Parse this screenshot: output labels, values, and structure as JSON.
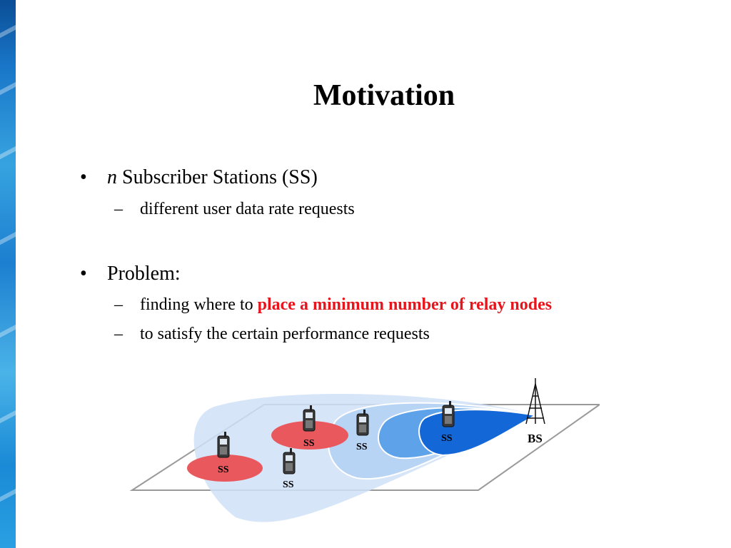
{
  "title": "Motivation",
  "bullets": [
    {
      "italic": "n",
      "text": " Subscriber Stations (SS)",
      "subs": [
        {
          "text": "different user data rate requests"
        }
      ]
    },
    {
      "text": "Problem:",
      "subs": [
        {
          "text": "finding where to ",
          "highlight": "place a minimum number of relay nodes"
        },
        {
          "text": "to satisfy the certain performance requests"
        }
      ]
    }
  ],
  "bullet_mark": "•",
  "sub_mark": "–",
  "diagram": {
    "ss_label": "SS",
    "bs_label": "BS"
  },
  "colors": {
    "highlight_red": "#e8141c",
    "relay_zone_red": "#e8585c",
    "coverage_blue_dark": "#1467d6",
    "coverage_blue_mid": "#5ea2ea",
    "coverage_blue_light": "#b8d4f4"
  }
}
